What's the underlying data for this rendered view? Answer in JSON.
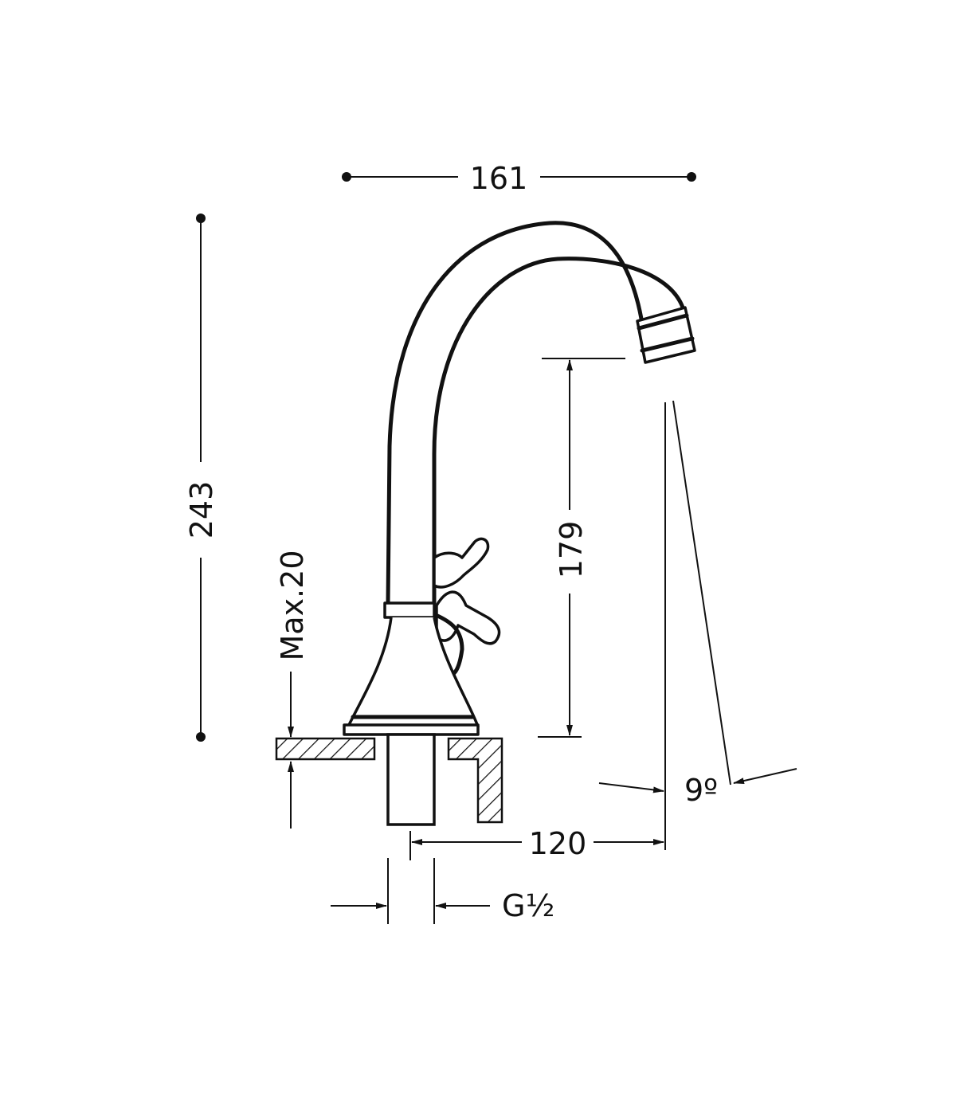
{
  "title": "Faucet technical dimension drawing",
  "dimensions": {
    "width_top": "161",
    "total_height": "243",
    "spout_height": "179",
    "max_thickness": "Max.20",
    "reach": "120",
    "angle": "9º",
    "thread": "G½"
  },
  "colors": {
    "line": "#111111",
    "background": "#ffffff"
  }
}
